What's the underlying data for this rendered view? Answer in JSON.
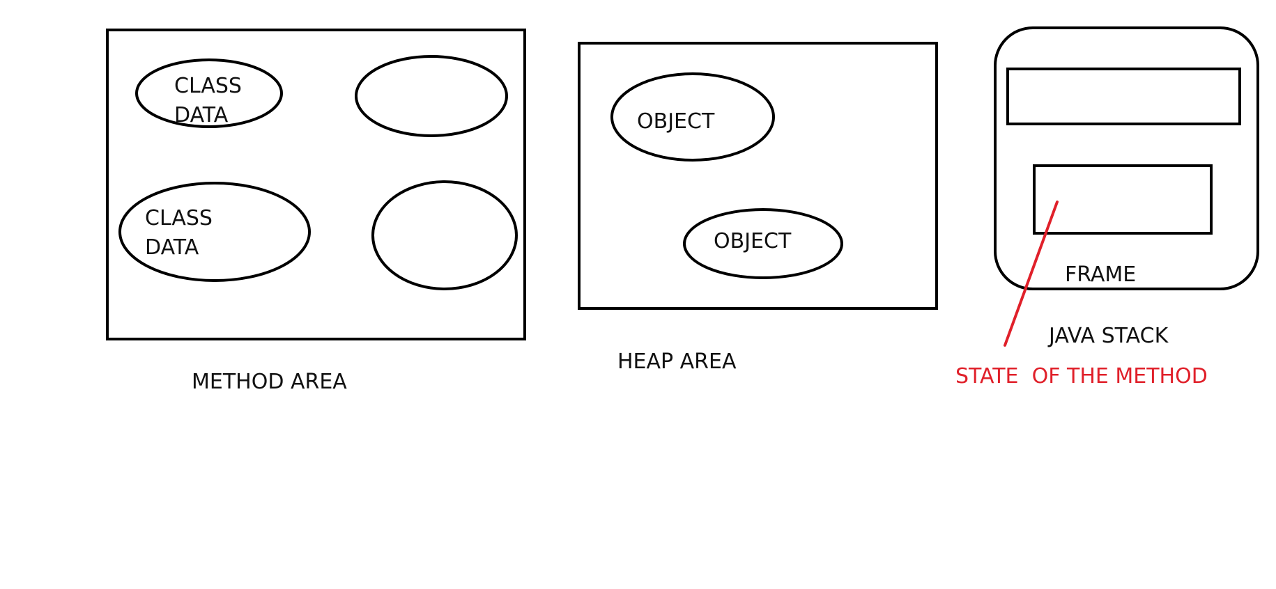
{
  "method_area": {
    "caption": "METHOD AREA",
    "class_data_1": [
      "CLASS",
      "DATA"
    ],
    "class_data_2": [
      "CLASS",
      "DATA"
    ]
  },
  "heap_area": {
    "caption": "HEAP AREA",
    "object_1": "OBJECT",
    "object_2": "OBJECT"
  },
  "java_stack": {
    "caption": "JAVA STACK",
    "frame_label": "FRAME",
    "annotation": "STATE  OF THE METHOD"
  },
  "colors": {
    "stroke": "#000000",
    "annotation": "#e0202a"
  }
}
